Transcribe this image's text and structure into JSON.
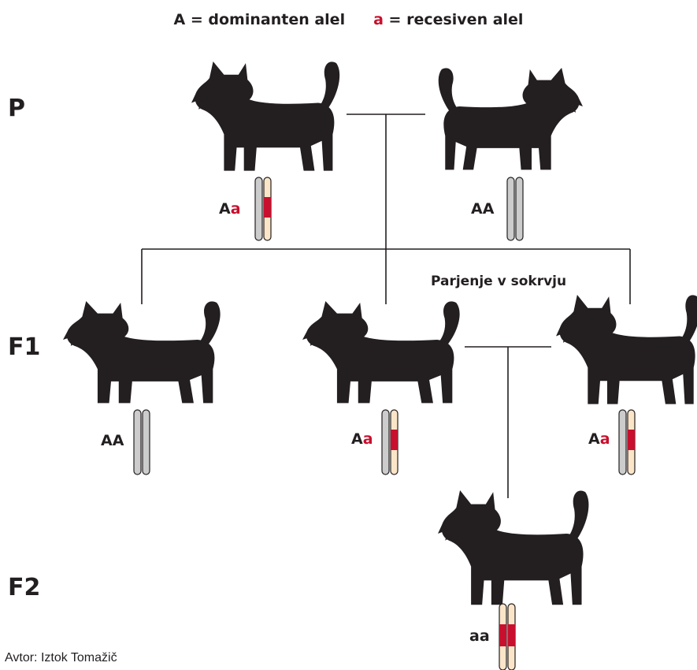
{
  "legend": {
    "dominant_symbol": "A",
    "dominant_text": " = dominanten alel",
    "recessive_symbol": "a",
    "recessive_text": " = recesiven alel"
  },
  "generations": {
    "p": "P",
    "f1": "F1",
    "f2": "F2"
  },
  "genotypes": {
    "p_left": {
      "first": "A",
      "second": "a"
    },
    "p_right": {
      "first": "A",
      "second": "A"
    },
    "f1_left": {
      "first": "A",
      "second": "A"
    },
    "f1_middle": {
      "first": "A",
      "second": "a"
    },
    "f1_right": {
      "first": "A",
      "second": "a"
    },
    "f2": {
      "first": "a",
      "second": "a"
    }
  },
  "inbreeding_label": "Parjenje v sokrvju",
  "credit": "Avtor: Iztok Tomažič",
  "colors": {
    "silhouette": "#231f20",
    "dominant_chromosome": "#cccccc",
    "recessive_chromosome": "#fbe5c8",
    "recessive_band": "#c8102e",
    "text": "#231f20",
    "recessive_text": "#c8102e"
  },
  "icons": [
    "lynx-silhouette-icon",
    "chromosome-pair-icon"
  ]
}
